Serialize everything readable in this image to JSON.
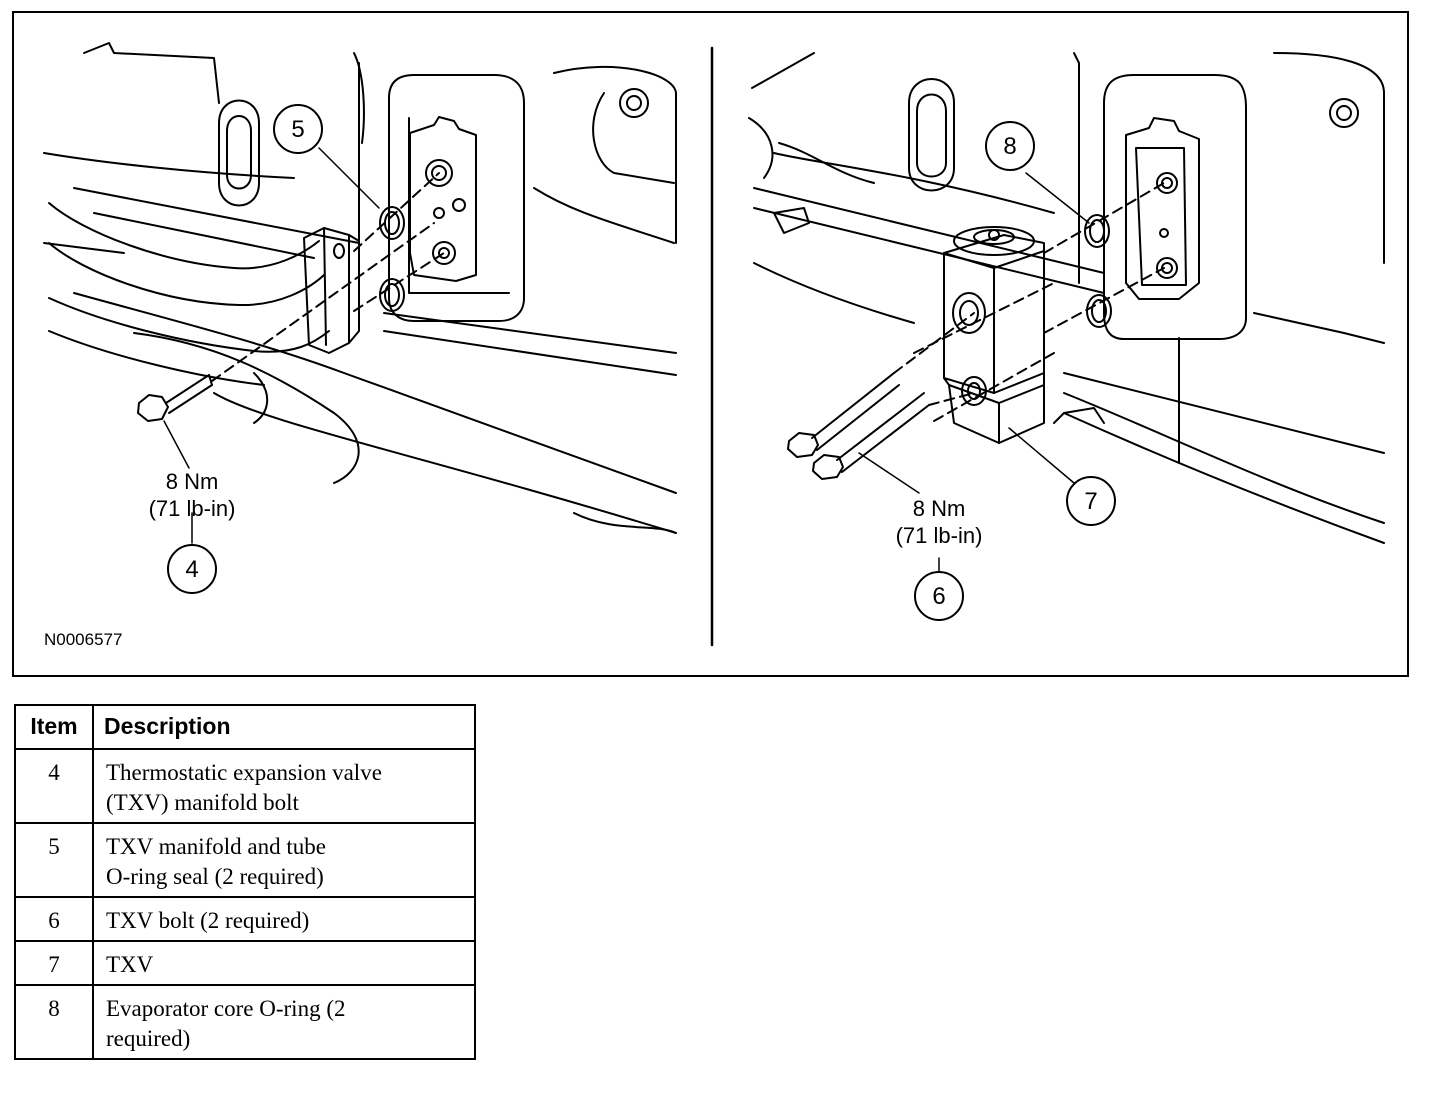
{
  "left_view": {
    "callouts": [
      {
        "number": "5"
      },
      {
        "number": "4"
      }
    ],
    "torque": {
      "line1": "8 Nm",
      "line2": "(71 lb-in)"
    },
    "figure_id": "N0006577"
  },
  "right_view": {
    "callouts": [
      {
        "number": "8"
      },
      {
        "number": "7"
      },
      {
        "number": "6"
      }
    ],
    "torque": {
      "line1": "8 Nm",
      "line2": "(71 lb-in)"
    }
  },
  "legend": {
    "headers": {
      "item": "Item",
      "description": "Description"
    },
    "rows": [
      {
        "item": "4",
        "description_lines": [
          "Thermostatic expansion valve",
          "(TXV) manifold bolt"
        ]
      },
      {
        "item": "5",
        "description_lines": [
          "TXV manifold and tube",
          "O-ring seal (2 required)"
        ]
      },
      {
        "item": "6",
        "description_lines": [
          "TXV bolt (2 required)"
        ]
      },
      {
        "item": "7",
        "description_lines": [
          "TXV"
        ]
      },
      {
        "item": "8",
        "description_lines": [
          "Evaporator core O-ring (2",
          "required)"
        ]
      }
    ]
  }
}
